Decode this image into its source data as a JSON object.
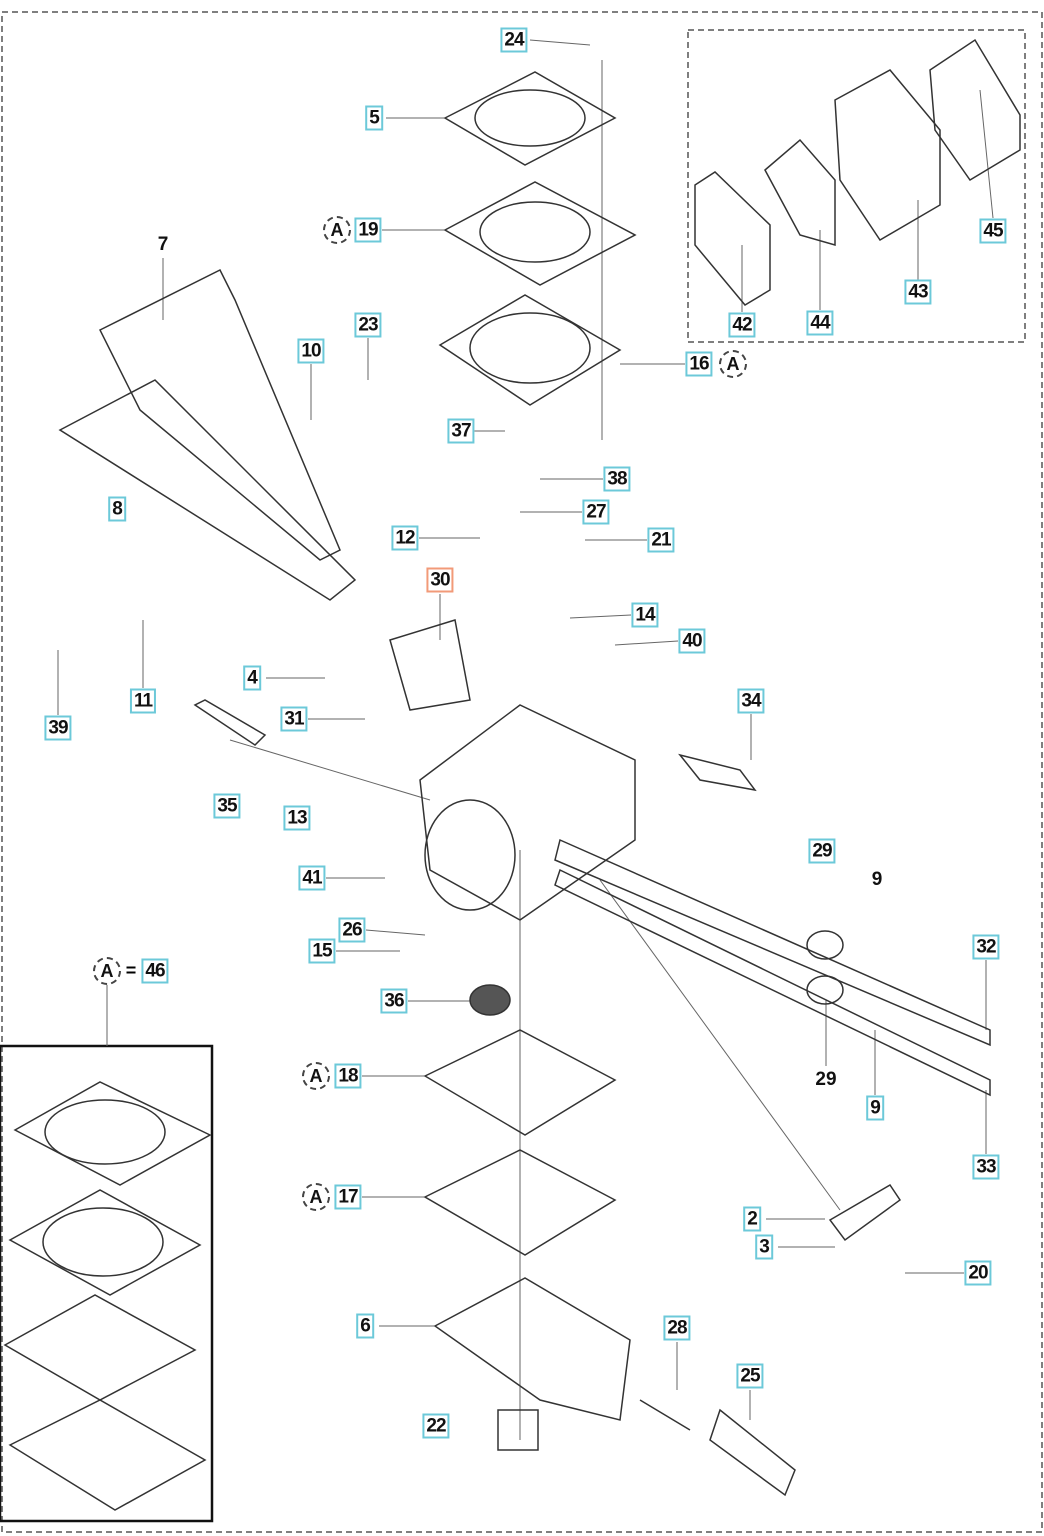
{
  "diagram": {
    "type": "exploded parts diagram",
    "accent_label_border": "#6cc9d9",
    "highlight_label_border": "#f29a78"
  },
  "callouts": [
    "24",
    "5",
    "19",
    "23",
    "10",
    "45",
    "43",
    "42",
    "44",
    "16",
    "37",
    "38",
    "27",
    "8",
    "12",
    "21",
    "30",
    "14",
    "40",
    "4",
    "11",
    "34",
    "31",
    "39",
    "35",
    "13",
    "29",
    "41",
    "26",
    "15",
    "32",
    "46",
    "36",
    "18",
    "9",
    "33",
    "17",
    "2",
    "3",
    "20",
    "6",
    "28",
    "25",
    "22"
  ],
  "plain_labels": [
    "7",
    "9",
    "29"
  ],
  "kit_marker": "A",
  "kit_equals": "="
}
